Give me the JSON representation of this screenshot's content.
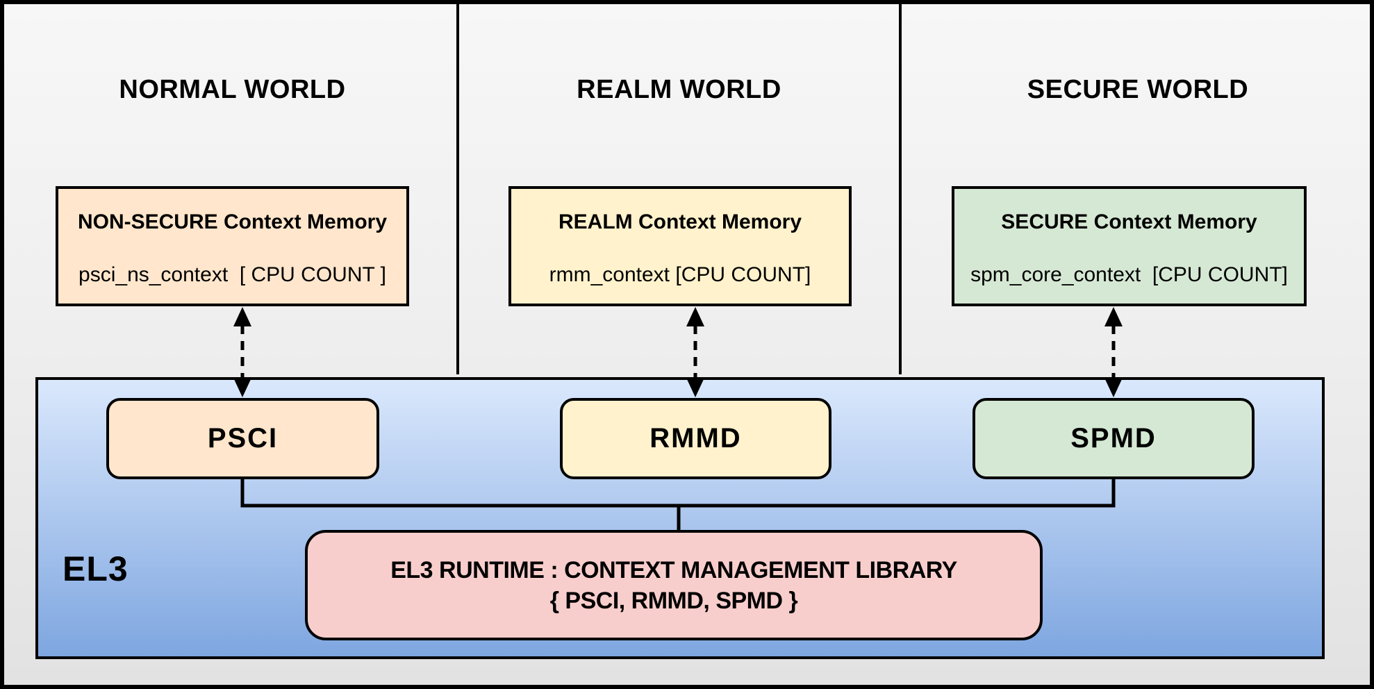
{
  "worlds": [
    {
      "title": "NORMAL WORLD",
      "memory": {
        "title": "NON-SECURE Context Memory",
        "code": "psci_ns_context  [ CPU COUNT ]",
        "color": "#FFE6CC"
      },
      "component": {
        "label": "PSCI",
        "color": "#FFE6CC"
      }
    },
    {
      "title": "REALM WORLD",
      "memory": {
        "title": "REALM Context Memory",
        "code": "rmm_context [CPU COUNT]",
        "color": "#FFF2CC"
      },
      "component": {
        "label": "RMMD",
        "color": "#FFF2CC"
      }
    },
    {
      "title": "SECURE WORLD",
      "memory": {
        "title": "SECURE Context Memory",
        "code": "spm_core_context  [CPU COUNT]",
        "color": "#D5E8D4"
      },
      "component": {
        "label": "SPMD",
        "color": "#D5E8D4"
      }
    }
  ],
  "el3": {
    "label": "EL3",
    "gradient_top": "#DAE8FC",
    "gradient_bottom": "#7EA6E0"
  },
  "runtime": {
    "line1": "EL3 RUNTIME : CONTEXT MANAGEMENT LIBRARY",
    "line2": "{ PSCI, RMMD, SPMD }",
    "color": "#F8CECC"
  },
  "line_color": "#000000"
}
